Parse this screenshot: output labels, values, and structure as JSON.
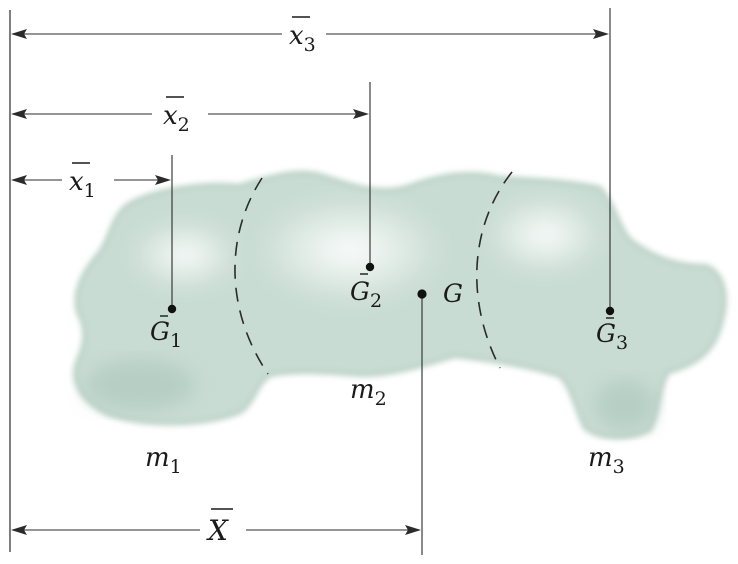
{
  "colors": {
    "body_fill": "#c9dcd3",
    "body_highlight": "#ffffff",
    "body_edge": "#9cbcaf",
    "line": "#2b2b2b"
  },
  "dimensions": {
    "x3": {
      "base": "x",
      "sub": "3"
    },
    "x2": {
      "base": "x",
      "sub": "2"
    },
    "x1": {
      "base": "x",
      "sub": "1"
    },
    "X": {
      "base": "X"
    }
  },
  "points": {
    "G1": {
      "base": "G",
      "sub": "1"
    },
    "G2": {
      "base": "G",
      "sub": "2"
    },
    "G": {
      "base": "G"
    },
    "G3": {
      "base": "G",
      "sub": "3"
    }
  },
  "masses": {
    "m1": {
      "base": "m",
      "sub": "1"
    },
    "m2": {
      "base": "m",
      "sub": "2"
    },
    "m3": {
      "base": "m",
      "sub": "3"
    }
  }
}
